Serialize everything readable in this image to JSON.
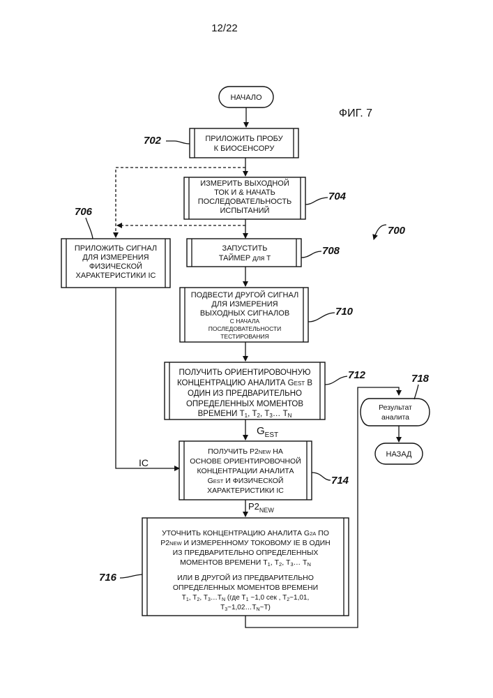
{
  "page_number": "12/22",
  "figure_label": "ФИГ. 7",
  "diagram_ref": "700",
  "start": "НАЧАЛО",
  "s702": {
    "ref": "702",
    "lines": [
      "ПРИЛОЖИТЬ ПРОБУ",
      "К БИОСЕНСОРУ"
    ]
  },
  "s704": {
    "ref": "704",
    "lines": [
      "ИЗМЕРИТЬ ВЫХОДНОЙ",
      "ТОК И & НАЧАТЬ",
      "ПОСЛЕДОВАТЕЛЬНОСТЬ",
      "ИСПЫТАНИЙ"
    ]
  },
  "s706": {
    "ref": "706",
    "lines": [
      "ПРИЛОЖИТЬ СИГНАЛ",
      "ДЛЯ ИЗМЕРЕНИЯ",
      "ФИЗИЧЕСКОЙ",
      "ХАРАКТЕРИСТИКИ IC"
    ]
  },
  "s708": {
    "ref": "708",
    "line1": "ЗАПУСТИТЬ",
    "line2_a": "ТАЙМЕР ",
    "line2_b": "для Т"
  },
  "s710": {
    "ref": "710",
    "lines": [
      "ПОДВЕСТИ ДРУГОЙ СИГНАЛ",
      "ДЛЯ ИЗМЕРЕНИЯ",
      "ВЫХОДНЫХ СИГНАЛОВ"
    ],
    "small": [
      "С НАЧАЛА",
      "ПОСЛЕДОВАТЕЛЬНОСТИ",
      "ТЕСТИРОВАНИЯ"
    ]
  },
  "s712": {
    "ref": "712",
    "lines": [
      "ПОЛУЧИТЬ ОРИЕНТИРОВОЧНУЮ",
      "КОНЦЕНТРАЦИЮ АНАЛИТА G",
      "EST",
      " В",
      "ОДИН ИЗ ПРЕДВАРИТЕЛЬНО",
      "ОПРЕДЕЛЕННЫХ МОМЕНТОВ",
      "ВРЕМЕНИ Т",
      "1",
      ", Т",
      "2",
      ", Т",
      "3",
      "… Т",
      "N"
    ]
  },
  "gest": {
    "main": "G",
    "sub": "EST"
  },
  "ic_label": "IC",
  "s714": {
    "ref": "714",
    "lines": [
      "ПОЛУЧИТЬ Р2",
      "NEW",
      " НА",
      "ОСНОВЕ ОРИЕНТИРОВОЧНОЙ",
      "КОНЦЕНТРАЦИИ АНАЛИТА",
      "G",
      "EST",
      " И ФИЗИЧЕСКОЙ",
      "ХАРАКТЕРИСТИКИ IC"
    ]
  },
  "p2new": {
    "main": "P2",
    "sub": "NEW"
  },
  "s716": {
    "ref": "716",
    "lines": [
      "УТОЧНИТЬ КОНЦЕНТРАЦИЮ АНАЛИТА G",
      "2A",
      " ПО",
      "P2",
      "NEW",
      " И ИЗМЕРЕННОМУ ТОКОВОМУ IE В ОДИН",
      "ИЗ ПРЕДВАРИТЕЛЬНО ОПРЕДЕЛЕННЫХ",
      "МОМЕНТОВ ВРЕМЕНИ Т",
      "1",
      ", Т",
      "2",
      ", Т",
      "3",
      "… Т",
      "N",
      "ИЛИ В ДРУГОЙ ИЗ ПРЕДВАРИТЕЛЬНО",
      "ОПРЕДЕЛЕННЫХ МОМЕНТОВ ВРЕМЕНИ",
      "Т",
      "1",
      ", Т",
      "2",
      ", Т",
      "3",
      "…Т",
      "N",
      " (где Т",
      "1",
      " ~1,0 сек  , Т",
      "2",
      "~1,01,",
      "Т",
      "3",
      "~1,02…Т",
      "N",
      "~Т)"
    ]
  },
  "s718": {
    "ref": "718",
    "lines": [
      "Результат",
      "аналита"
    ]
  },
  "end": "НАЗАД"
}
